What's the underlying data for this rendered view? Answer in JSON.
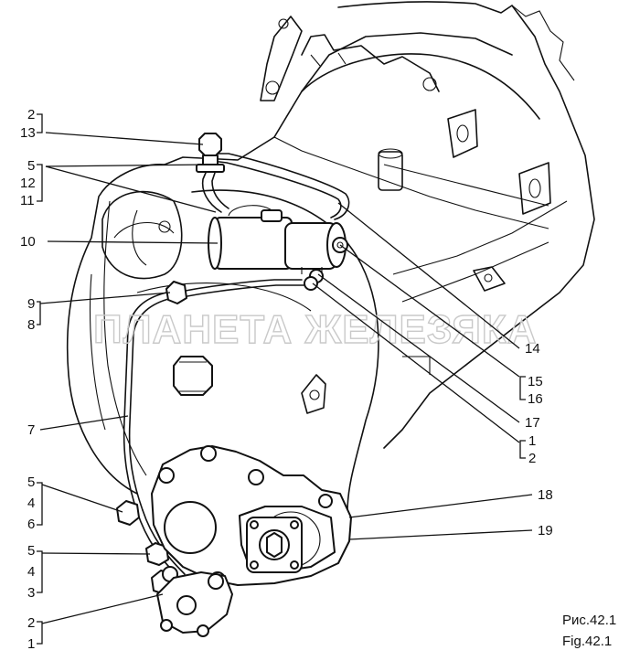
{
  "watermark": "ПЛАНЕТА ЖЕЛЕЗЯКА",
  "caption": {
    "ru": "Рис.42.1",
    "en": "Fig.42.1"
  },
  "labels": [
    {
      "id": "l-2a",
      "text": "2"
    },
    {
      "id": "l-13",
      "text": "13"
    },
    {
      "id": "l-5a",
      "text": "5"
    },
    {
      "id": "l-12",
      "text": "12"
    },
    {
      "id": "l-11",
      "text": "11"
    },
    {
      "id": "l-10",
      "text": "10"
    },
    {
      "id": "l-9",
      "text": "9"
    },
    {
      "id": "l-8",
      "text": "8"
    },
    {
      "id": "l-7",
      "text": "7"
    },
    {
      "id": "l-5b",
      "text": "5"
    },
    {
      "id": "l-4a",
      "text": "4"
    },
    {
      "id": "l-6",
      "text": "6"
    },
    {
      "id": "l-5c",
      "text": "5"
    },
    {
      "id": "l-4b",
      "text": "4"
    },
    {
      "id": "l-3",
      "text": "3"
    },
    {
      "id": "l-2b",
      "text": "2"
    },
    {
      "id": "l-1a",
      "text": "1"
    },
    {
      "id": "l-14",
      "text": "14"
    },
    {
      "id": "l-15",
      "text": "15"
    },
    {
      "id": "l-16",
      "text": "16"
    },
    {
      "id": "l-17",
      "text": "17"
    },
    {
      "id": "l-1b",
      "text": "1"
    },
    {
      "id": "l-2c",
      "text": "2"
    },
    {
      "id": "l-18",
      "text": "18"
    },
    {
      "id": "l-19",
      "text": "19"
    }
  ]
}
